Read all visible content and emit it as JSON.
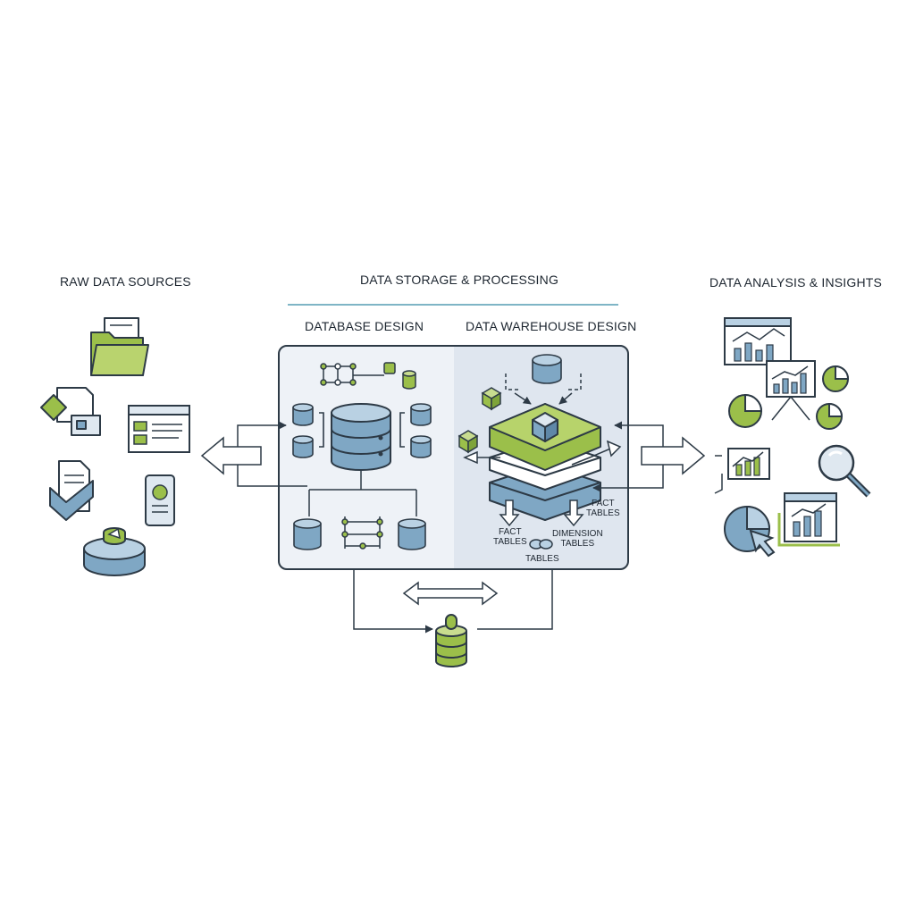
{
  "headers": {
    "raw_sources": "RAW DATA SOURCES",
    "storage_processing": "DATA STORAGE & PROCESSING",
    "analysis_insights": "DATA ANALYSIS & INSIGHTS",
    "database_design": "DATABASE DESIGN",
    "warehouse_design": "DATA WAREHOUSE DESIGN"
  },
  "warehouse_labels": {
    "fact_tables_right_1": "FACT",
    "fact_tables_right_2": "TABLES",
    "fact_tables_left_1": "FACT",
    "fact_tables_left_2": "TABLES",
    "dimension_tables_1": "DIMENSION",
    "dimension_tables_2": "TABLES",
    "tables": "TABLES"
  },
  "colors": {
    "accent_green": "#9bbf4a",
    "accent_blue": "#7fa7c4",
    "panel_left": "#eef2f7",
    "panel_right": "#dfe6ef",
    "outline": "#2d3a46",
    "divider": "#7fb5c6"
  }
}
